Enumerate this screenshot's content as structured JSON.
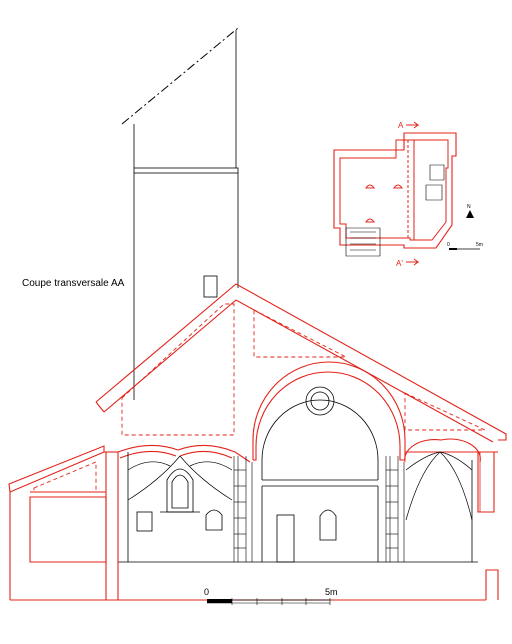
{
  "title": "Coupe transversale AA",
  "scale": {
    "start": "0",
    "end": "5m"
  },
  "plan": {
    "label_top": "A",
    "label_bottom": "A'",
    "north": "N",
    "scale_start": "0",
    "scale_end": "5m"
  },
  "colors": {
    "section": "#e2231a",
    "elevation": "#000000",
    "background": "#ffffff"
  }
}
